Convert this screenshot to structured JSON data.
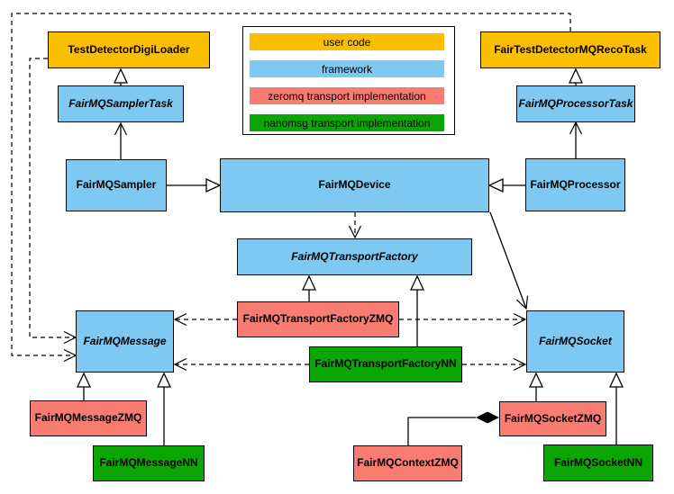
{
  "colors": {
    "user_code": "#fcbf00",
    "framework": "#7dc9f1",
    "zeromq": "#f87c72",
    "nanomsg": "#0ba603",
    "border": "#000000",
    "background": "#ffffff"
  },
  "legend": {
    "items": [
      {
        "label": "user code",
        "color": "#fcbf00"
      },
      {
        "label": "framework",
        "color": "#7dc9f1"
      },
      {
        "label": "zeromq transport implementation",
        "color": "#f87c72"
      },
      {
        "label": "nanomsg transport implementation",
        "color": "#0ba603"
      }
    ]
  },
  "nodes": {
    "test_detector_digi_loader": {
      "label": "TestDetectorDigiLoader",
      "category": "user code",
      "abstract": false
    },
    "fair_test_detector_mq_reco_task": {
      "label": "FairTestDetectorMQRecoTask",
      "category": "user code",
      "abstract": false
    },
    "fairmq_sampler_task": {
      "label": "FairMQSamplerTask",
      "category": "framework",
      "abstract": true
    },
    "fairmq_processor_task": {
      "label": "FairMQProcessorTask",
      "category": "framework",
      "abstract": true
    },
    "fairmq_sampler": {
      "label": "FairMQSampler",
      "category": "framework",
      "abstract": false
    },
    "fairmq_device": {
      "label": "FairMQDevice",
      "category": "framework",
      "abstract": false
    },
    "fairmq_processor": {
      "label": "FairMQProcessor",
      "category": "framework",
      "abstract": false
    },
    "fairmq_transport_factory": {
      "label": "FairMQTransportFactory",
      "category": "framework",
      "abstract": true
    },
    "fairmq_transport_factory_zmq": {
      "label": "FairMQTransportFactoryZMQ",
      "category": "zeromq",
      "abstract": false
    },
    "fairmq_transport_factory_nn": {
      "label": "FairMQTransportFactoryNN",
      "category": "nanomsg",
      "abstract": false
    },
    "fairmq_message": {
      "label": "FairMQMessage",
      "category": "framework",
      "abstract": true
    },
    "fairmq_socket": {
      "label": "FairMQSocket",
      "category": "framework",
      "abstract": true
    },
    "fairmq_message_zmq": {
      "label": "FairMQMessageZMQ",
      "category": "zeromq",
      "abstract": false
    },
    "fairmq_message_nn": {
      "label": "FairMQMessageNN",
      "category": "nanomsg",
      "abstract": false
    },
    "fairmq_socket_zmq": {
      "label": "FairMQSocketZMQ",
      "category": "zeromq",
      "abstract": false
    },
    "fairmq_socket_nn": {
      "label": "FairMQSocketNN",
      "category": "nanomsg",
      "abstract": false
    },
    "fairmq_context_zmq": {
      "label": "FairMQContextZMQ",
      "category": "zeromq",
      "abstract": false
    }
  },
  "edges": [
    {
      "from": "fairmq_sampler_task",
      "to": "test_detector_digi_loader",
      "type": "generalization"
    },
    {
      "from": "fairmq_processor_task",
      "to": "fair_test_detector_mq_reco_task",
      "type": "generalization"
    },
    {
      "from": "fairmq_sampler",
      "to": "fairmq_sampler_task",
      "type": "association-arrow"
    },
    {
      "from": "fairmq_processor",
      "to": "fairmq_processor_task",
      "type": "association-arrow"
    },
    {
      "from": "fairmq_sampler",
      "to": "fairmq_device",
      "type": "generalization"
    },
    {
      "from": "fairmq_processor",
      "to": "fairmq_device",
      "type": "generalization"
    },
    {
      "from": "fairmq_device",
      "to": "fairmq_transport_factory",
      "type": "dashed-dependency"
    },
    {
      "from": "fairmq_device",
      "to": "fairmq_socket",
      "type": "association-arrow"
    },
    {
      "from": "fairmq_transport_factory_zmq",
      "to": "fairmq_transport_factory",
      "type": "generalization"
    },
    {
      "from": "fairmq_transport_factory_nn",
      "to": "fairmq_transport_factory",
      "type": "generalization"
    },
    {
      "from": "fairmq_transport_factory_zmq",
      "to": "fairmq_message",
      "type": "dashed-dependency"
    },
    {
      "from": "fairmq_transport_factory_zmq",
      "to": "fairmq_socket",
      "type": "dashed-dependency"
    },
    {
      "from": "fairmq_transport_factory_nn",
      "to": "fairmq_message",
      "type": "dashed-dependency"
    },
    {
      "from": "fairmq_transport_factory_nn",
      "to": "fairmq_socket",
      "type": "dashed-dependency"
    },
    {
      "from": "test_detector_digi_loader",
      "to": "fairmq_message",
      "type": "dashed-dependency"
    },
    {
      "from": "fair_test_detector_mq_reco_task",
      "to": "fairmq_message",
      "type": "dashed-dependency"
    },
    {
      "from": "fairmq_message_zmq",
      "to": "fairmq_message",
      "type": "generalization"
    },
    {
      "from": "fairmq_message_nn",
      "to": "fairmq_message",
      "type": "generalization"
    },
    {
      "from": "fairmq_socket_zmq",
      "to": "fairmq_socket",
      "type": "generalization"
    },
    {
      "from": "fairmq_socket_nn",
      "to": "fairmq_socket",
      "type": "generalization"
    },
    {
      "from": "fairmq_context_zmq",
      "to": "fairmq_socket_zmq",
      "type": "composition"
    }
  ]
}
